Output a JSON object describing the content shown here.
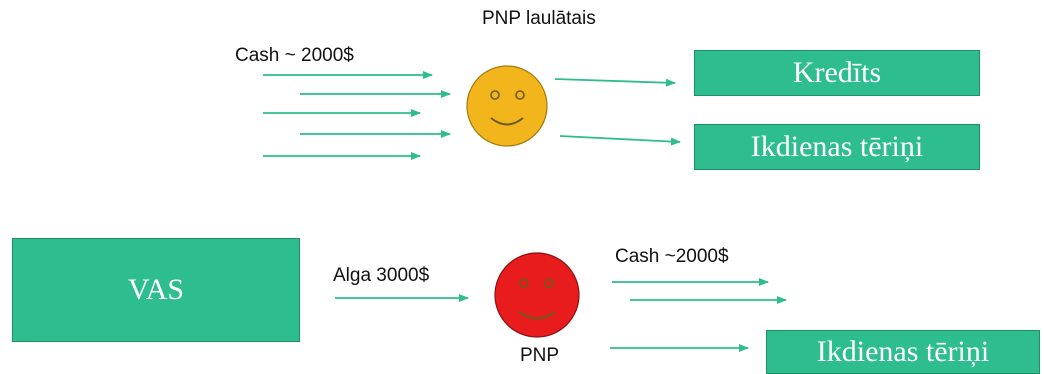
{
  "colors": {
    "arrow": "#2ebd8f",
    "box_fill": "#2ebd8f",
    "box_text": "#ffffff",
    "spouse_face": "#f2b51c",
    "pnp_face": "#e81c1c"
  },
  "top": {
    "title": "PNP laulātais",
    "cash_label": "Cash ~ 2000$",
    "face_icon": "smiley-face-orange",
    "box_credit": "Kredīts",
    "box_expenses": "Ikdienas tēriņi"
  },
  "bottom": {
    "box_vas": "VAS",
    "salary_label": "Alga 3000$",
    "face_icon": "smiley-face-red",
    "face_label": "PNP",
    "cash_label": "Cash ~2000$",
    "box_expenses": "Ikdienas tēriņi"
  }
}
